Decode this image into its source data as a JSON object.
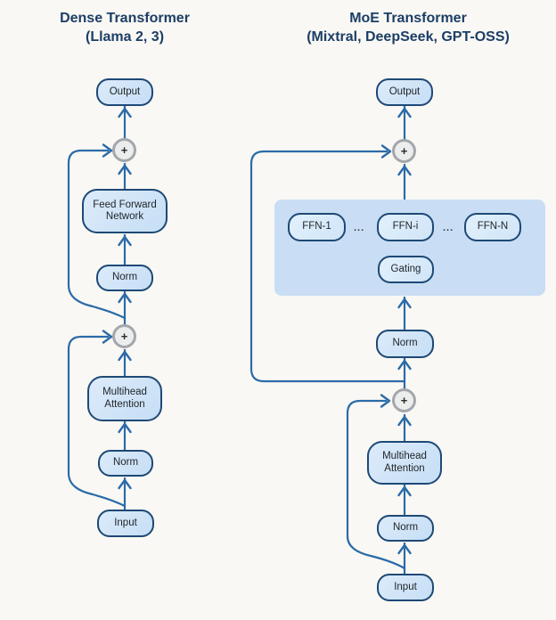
{
  "left": {
    "title": "Dense Transformer",
    "subtitle": "(Llama 2, 3)",
    "plus": "+",
    "nodes": {
      "output": "Output",
      "feed_forward": "Feed Forward Network",
      "norm_pre_ffn": "Norm",
      "attention": "Multihead Attention",
      "norm_pre_attn": "Norm",
      "input": "Input"
    }
  },
  "right": {
    "title": "MoE Transformer",
    "subtitle": "(Mixtral, DeepSeek, GPT-OSS)",
    "plus": "+",
    "ellipsis": "...",
    "nodes": {
      "output": "Output",
      "ffn_1": "FFN-1",
      "ffn_i": "FFN-i",
      "ffn_n": "FFN-N",
      "gating": "Gating",
      "norm_pre_moe": "Norm",
      "attention": "Multihead Attention",
      "norm_pre_attn": "Norm",
      "input": "Input"
    }
  },
  "colors": {
    "background": "#faf8f4",
    "node_fill": "#cfe4f8",
    "node_border": "#1e4976",
    "connector": "#2b6ba8",
    "moe_panel_fill": "#c9def4",
    "expert_node_fill": "#ddedfc",
    "add_circle_ring": "#a3a7ac",
    "add_circle_fill": "#eceded",
    "title_text": "#1c3e66"
  }
}
